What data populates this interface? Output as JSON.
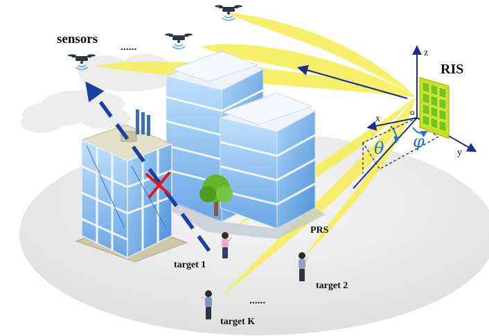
{
  "labels": {
    "sensors": "sensors",
    "sensors_ellipsis": "......",
    "ris": "RIS",
    "prs": "PRS",
    "target_1": "target 1",
    "target_2": "target 2",
    "target_k": "target K",
    "targets_ellipsis": "......",
    "axis_x": "x",
    "axis_y": "y",
    "axis_z": "z",
    "axis_origin": "o",
    "angle_theta": "θ",
    "angle_phi": "φ"
  },
  "colors": {
    "ground": "#e9e9e9",
    "beam": "#f6ee5a",
    "ris_panel": "#c7e21b",
    "ris_cell": "#77c41b",
    "axis": "#1c2d8c",
    "signal_blocked": "#1c3fa0",
    "block_mark": "#e4161c",
    "angle_mark": "#1f6fd1",
    "building_glass": "#7db8ee",
    "building_frame": "#e8eef6",
    "tree": "#63b52a"
  },
  "icons": {
    "drone": "drone-icon",
    "person": "person-icon",
    "block_mark": "x-mark-icon",
    "tree": "tree-icon",
    "cloud": "cloud-icon",
    "building": "building-icon"
  }
}
